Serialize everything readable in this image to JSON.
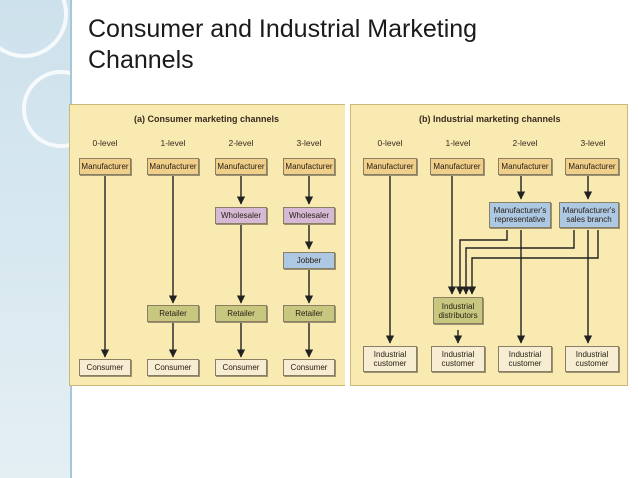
{
  "slide": {
    "title_line1": "Consumer and Industrial Marketing",
    "title_line2": "Channels"
  },
  "consumer": {
    "title": "(a) Consumer marketing channels",
    "levels": [
      "0-level",
      "1-level",
      "2-level",
      "3-level"
    ],
    "manufacturer": "Manufacturer",
    "wholesaler": "Wholesaler",
    "jobber": "Jobber",
    "retailer": "Retailer",
    "consumer": "Consumer"
  },
  "industrial": {
    "title": "(b) Industrial marketing channels",
    "levels": [
      "0-level",
      "1-level",
      "2-level",
      "3-level"
    ],
    "manufacturer": "Manufacturer",
    "reps_line1": "Manufacturer's",
    "reps_line2": "representative",
    "branch_line1": "Manufacturer's",
    "branch_line2": "sales branch",
    "distributors_line1": "Industrial",
    "distributors_line2": "distributors",
    "customer_line1": "Industrial",
    "customer_line2": "customer"
  },
  "colors": {
    "panel": "#f8eab1",
    "manufacturer": "#f0cf8b",
    "wholesaler": "#d6b9d4",
    "jobber_rep": "#adc8e3",
    "retailer_distributor": "#c7c77f",
    "end_user": "#f7edd2",
    "sidebar": "#cde1ec"
  }
}
